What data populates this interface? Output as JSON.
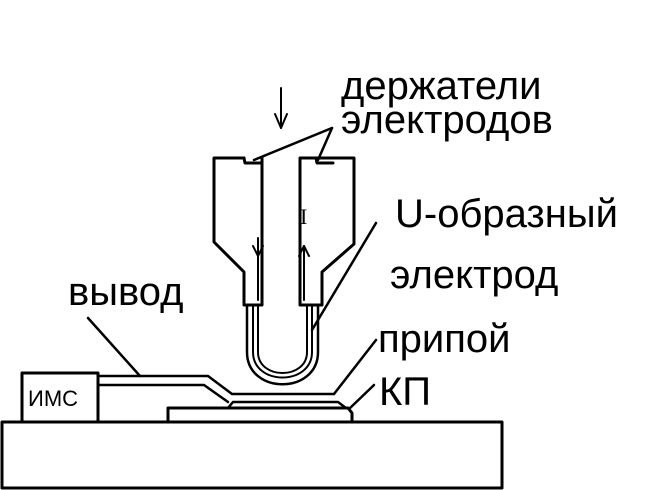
{
  "diagram": {
    "labels": {
      "holders_line1": "держатели",
      "holders_line2": "электродов",
      "u_line1": "U-образный",
      "u_line2": "электрод",
      "output": "вывод",
      "solder": "припой",
      "pad": "КП",
      "ic": "ИМС",
      "current": "I"
    },
    "colors": {
      "stroke": "#000000",
      "background": "#ffffff"
    }
  }
}
